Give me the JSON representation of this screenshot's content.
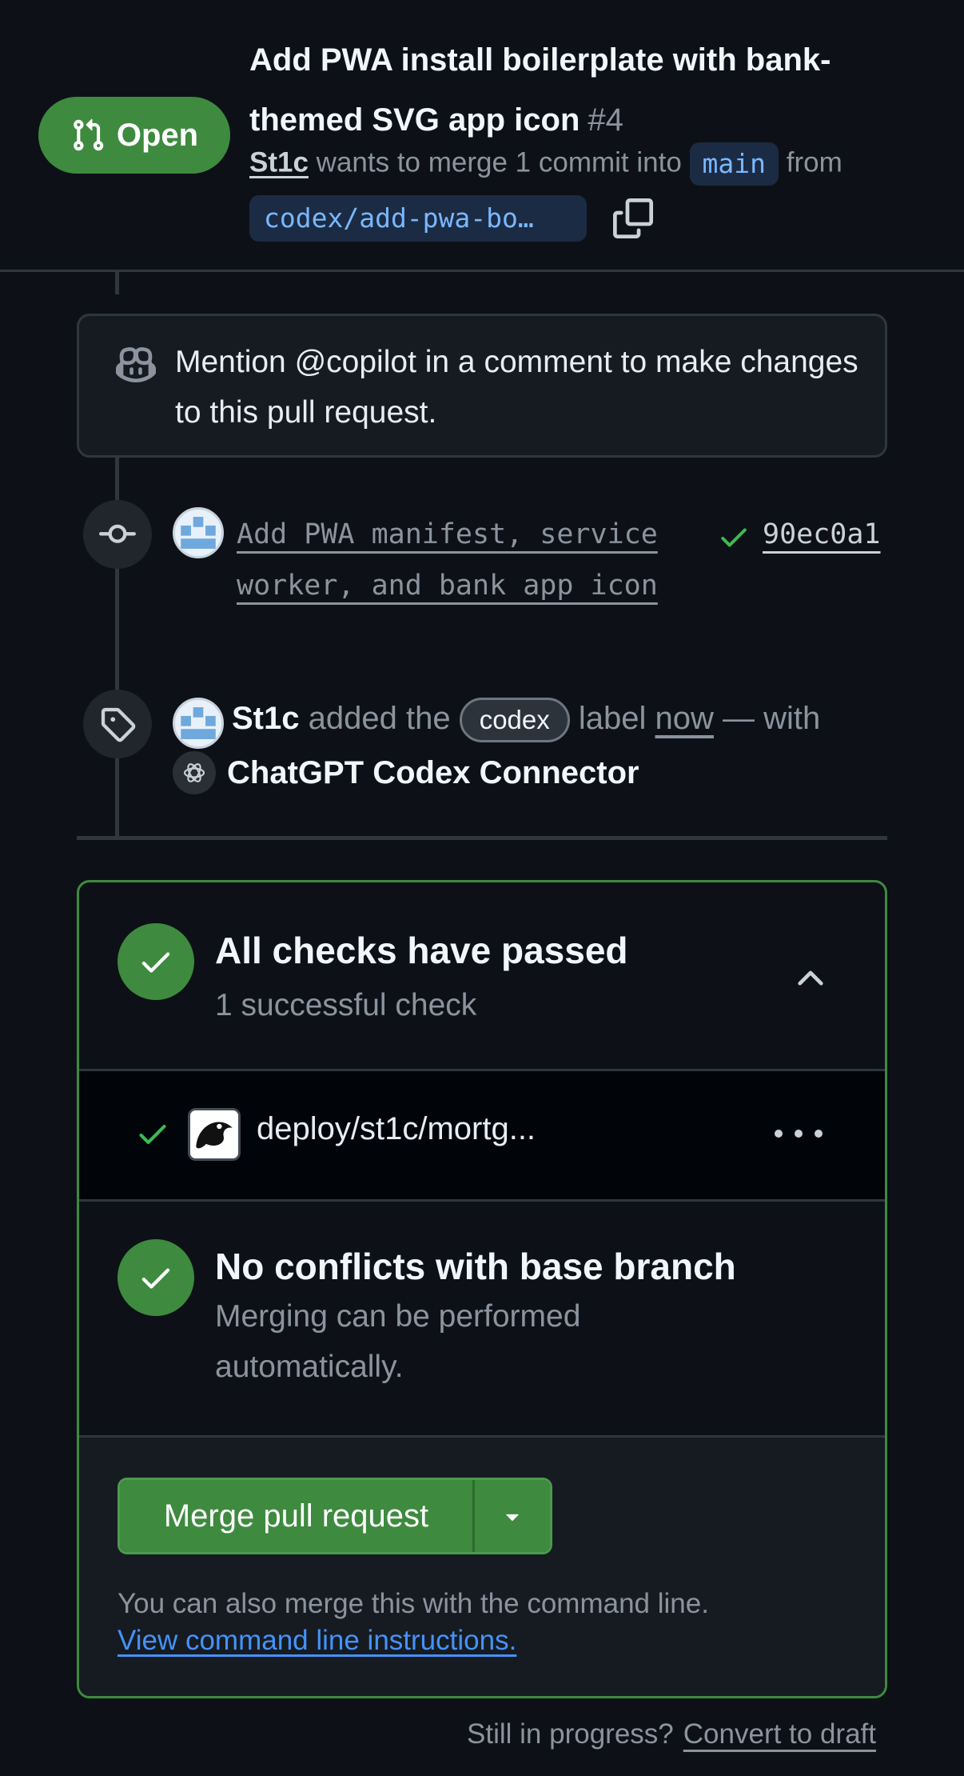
{
  "header": {
    "state": "Open",
    "title": "Add PWA install boilerplate with bank-themed SVG app icon",
    "number": "#4",
    "author": "St1c",
    "merge_text": "wants to merge 1 commit into",
    "base_branch": "main",
    "from_text": "from",
    "head_branch": "codex/add-pwa-bo…"
  },
  "copilot": {
    "text": "Mention @copilot in a comment to make changes to this pull request."
  },
  "commit": {
    "message": "Add PWA manifest, service worker, and bank app icon",
    "sha": "90ec0a1"
  },
  "label_event": {
    "actor": "St1c",
    "text_before": "added the",
    "label": "codex",
    "text_after": "label",
    "time": "now",
    "text_with": "— with",
    "connector": "ChatGPT Codex Connector"
  },
  "checks": {
    "title": "All checks have passed",
    "subtitle": "1 successful check",
    "items": [
      {
        "name": "deploy/st1c/mortg..."
      }
    ]
  },
  "conflicts": {
    "title": "No conflicts with base branch",
    "subtitle": "Merging can be performed automatically."
  },
  "merge": {
    "button": "Merge pull request",
    "hint": "You can also merge this with the command line.",
    "link": "View command line instructions."
  },
  "footer": {
    "question": "Still in progress?",
    "link": "Convert to draft"
  },
  "colors": {
    "success": "#3e8a3f",
    "link": "#4493f8",
    "branch_bg": "#1c2b44"
  }
}
